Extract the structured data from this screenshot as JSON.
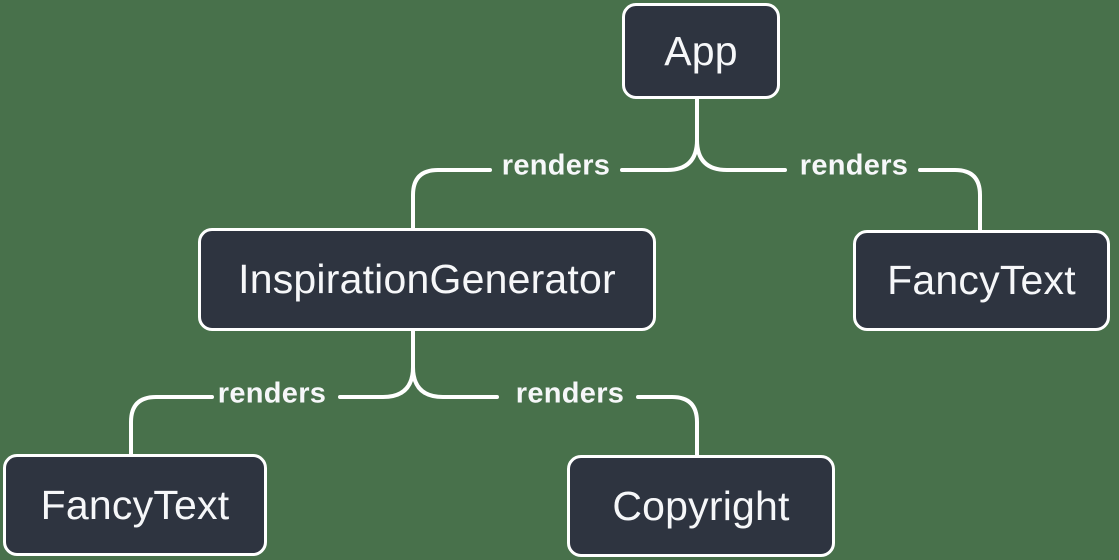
{
  "diagram": {
    "title": "component-render-tree",
    "colors": {
      "background": "#48714B",
      "node_fill": "#2E3440",
      "line": "#FFFFFF",
      "text": "#F6F7F9"
    },
    "nodes": [
      {
        "id": "app",
        "label": "App"
      },
      {
        "id": "inspiration-generator",
        "label": "InspirationGenerator"
      },
      {
        "id": "fancytext-right",
        "label": "FancyText"
      },
      {
        "id": "fancytext-left",
        "label": "FancyText"
      },
      {
        "id": "copyright",
        "label": "Copyright"
      }
    ],
    "edges": [
      {
        "from": "App",
        "to": "InspirationGenerator",
        "label": "renders"
      },
      {
        "from": "App",
        "to": "FancyText",
        "label": "renders"
      },
      {
        "from": "InspirationGenerator",
        "to": "FancyText",
        "label": "renders"
      },
      {
        "from": "InspirationGenerator",
        "to": "Copyright",
        "label": "renders"
      }
    ]
  }
}
